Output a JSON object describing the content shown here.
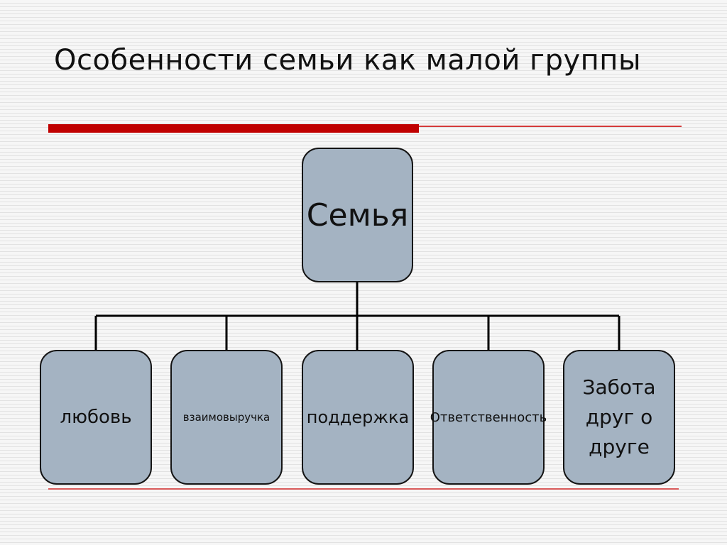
{
  "slide": {
    "title": "Особенности семьи как малой группы"
  },
  "diagram": {
    "root": {
      "label": "Семья"
    },
    "children": [
      {
        "label": "любовь"
      },
      {
        "label": "взаимовыручка"
      },
      {
        "label": "поддержка"
      },
      {
        "label": "Ответственность"
      },
      {
        "label": "Забота друг о друге"
      }
    ]
  },
  "colors": {
    "node_fill": "#a4b3c2",
    "node_border": "#141414",
    "accent_red": "#c00000",
    "connector": "#000000"
  }
}
